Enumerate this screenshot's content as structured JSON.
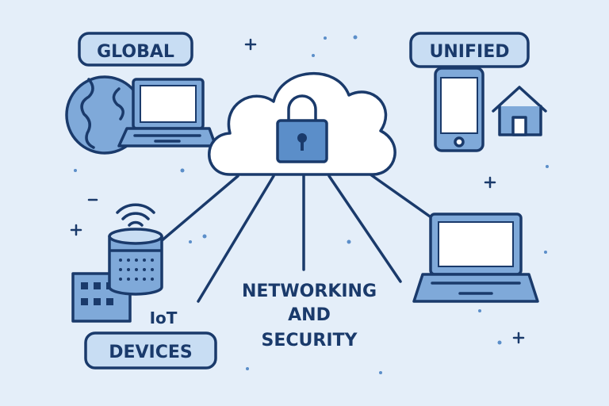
{
  "labels": {
    "global": "GLOBAL",
    "unified": "UNIFIED",
    "devices": "DEVICES",
    "iot": "IoT",
    "center_line1": "NETWORKING",
    "center_line2": "AND",
    "center_line3": "SECURITY"
  },
  "colors": {
    "background": "#e4eef9",
    "outline": "#1a3a6b",
    "accent": "#5b8ec9",
    "label_fill": "#c8ddf3"
  }
}
